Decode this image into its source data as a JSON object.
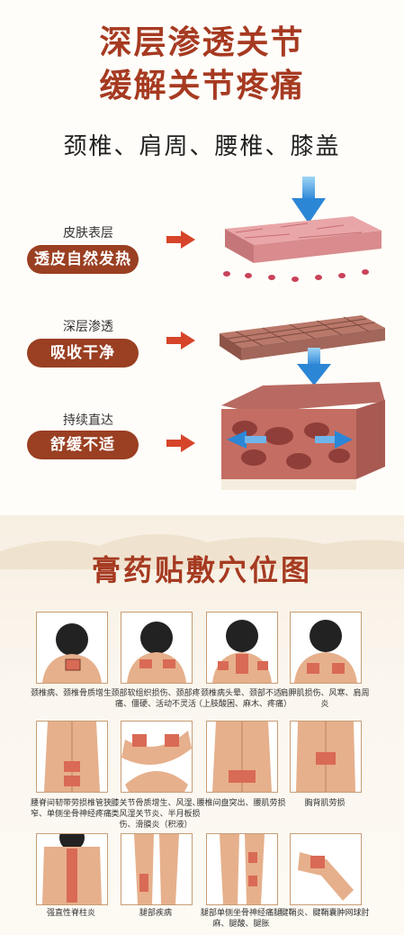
{
  "header": {
    "title_line1": "深层渗透关节",
    "title_line2": "缓解关节疼痛",
    "subtitle": "颈椎、肩周、腰椎、膝盖"
  },
  "layers": [
    {
      "label": "皮肤表层",
      "pill": "透皮自然发热"
    },
    {
      "label": "深层渗透",
      "pill": "吸收干净"
    },
    {
      "label": "持续直达",
      "pill": "舒缓不适"
    }
  ],
  "acupoints": {
    "title": "膏药贴敷穴位图",
    "items": [
      {
        "caption": "颈椎病、颈椎骨质增生"
      },
      {
        "caption": "颈部软组织损伤、颈部疼痛、僵硬、活动不灵活"
      },
      {
        "caption": "颈椎病头晕、颈部不适（上肢酸困、麻木、疼痛）"
      },
      {
        "caption": "肩胛肌损伤、风寒、肩周炎"
      },
      {
        "caption": "腰脊间韧带劳损椎管狭窄、单侧坐骨神经疼痛"
      },
      {
        "caption": "膝关节骨质增生、风湿、类风湿关节炎、半月板损伤、滑膜炎（积液）"
      },
      {
        "caption": "腰椎间盘突出、腰肌劳损"
      },
      {
        "caption": "胸背肌劳损"
      },
      {
        "caption": "强直性脊柱炎"
      },
      {
        "caption": "腿部疾病"
      },
      {
        "caption": "腿部单侧坐骨神经痛腿麻、腿酸、腿胀"
      },
      {
        "caption": "腱鞘炎、腱鞘囊肿网球肘"
      }
    ]
  },
  "colors": {
    "accent": "#a63a21",
    "pill": "#9a3f22",
    "arrow": "#d6452a",
    "blue": "#3a8fd8"
  }
}
